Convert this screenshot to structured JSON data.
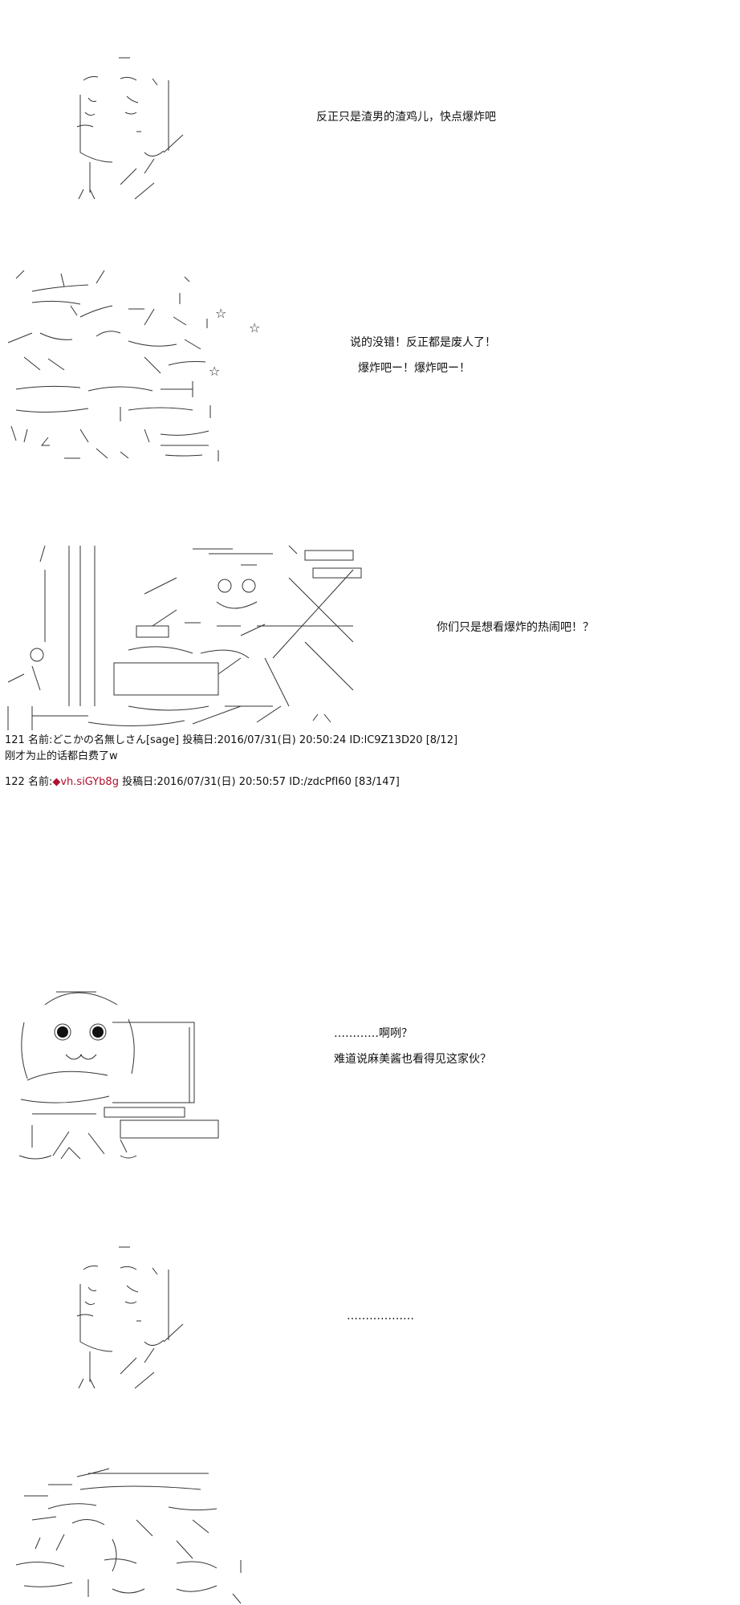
{
  "panels": [
    {
      "aa_art": "character-standing-1",
      "dialog": [
        "反正只是渣男的渣鸡儿，快点爆炸吧"
      ]
    },
    {
      "aa_art": "explosion-character",
      "dialog": [
        "说的没错！反正都是废人了！",
        "爆炸吧ー！爆炸吧ー！"
      ],
      "decor": [
        "☆",
        "☆",
        "☆"
      ]
    },
    {
      "aa_art": "crowd-with-signs",
      "dialog": [
        "你们只是想看爆炸的热闹吧！？"
      ]
    }
  ],
  "posts": [
    {
      "number": "121",
      "name_label": "名前:",
      "name": "どこかの名無しさん[sage]",
      "date_label": "投稿日:",
      "date": "2016/07/31(日) 20:50:24",
      "id": "ID:lC9Z13D20",
      "count": "[8/12]",
      "body": "刚才为止的话都白费了w"
    },
    {
      "number": "122",
      "name_label": "名前:",
      "name": "◆vh.siGYb8g",
      "date_label": "投稿日:",
      "date": "2016/07/31(日) 20:50:57",
      "id": "ID:/zdcPfI60",
      "count": "[83/147]"
    }
  ],
  "panels_after": [
    {
      "aa_art": "round-face-character",
      "dialog": [
        "…………啊咧？",
        "难道说麻美酱也看得见这家伙？"
      ]
    },
    {
      "aa_art": "character-standing-2",
      "dialog": [
        "………………"
      ]
    },
    {
      "aa_art": "partial-character-bottom",
      "dialog": []
    }
  ],
  "colors": {
    "background": "#ffffff",
    "text": "#111111",
    "aa_stroke": "#333333",
    "trip_name": "#b01030"
  }
}
